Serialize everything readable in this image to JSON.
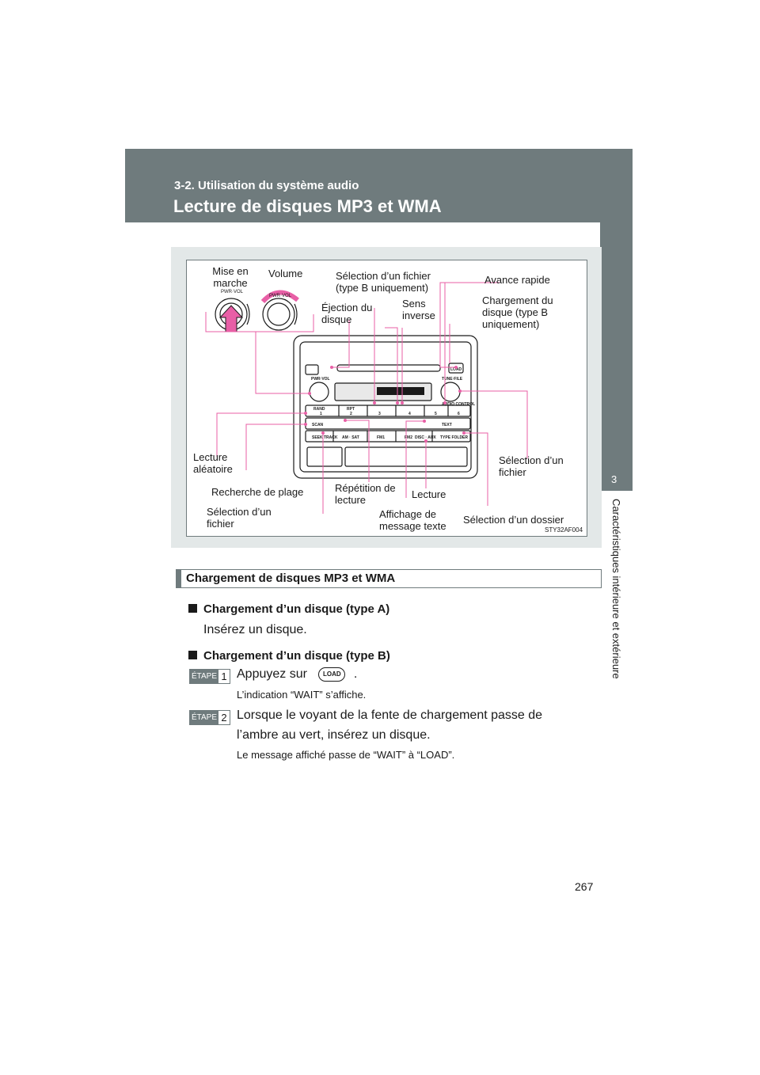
{
  "header": {
    "section": "3-2. Utilisation du système audio",
    "title": "Lecture de disques MP3 et WMA"
  },
  "side_tab": {
    "chapter_number": "3",
    "label": "Caractéristiques intérieure et extérieure"
  },
  "figure": {
    "code": "STY32AF004",
    "labels": {
      "mise_en_marche": "Mise en marche",
      "volume": "Volume",
      "ejection": "Éjection du disque",
      "selection_fichier_b": "Sélection d’un fichier (type B uniquement)",
      "sens_inverse": "Sens inverse",
      "avance_rapide": "Avance rapide",
      "chargement_disque": "Chargement du disque (type B uniquement)",
      "lecture_aleatoire": "Lecture aléatoire",
      "recherche_plage": "Recherche de plage",
      "selection_fichier_left": "Sélection d’un fichier",
      "repetition": "Répétition de lecture",
      "lecture": "Lecture",
      "affichage": "Affichage de message texte",
      "selection_dossier": "Sélection d’un dossier",
      "selection_fichier_right": "Sélection d’un fichier"
    },
    "device_text": {
      "pwr_vol": "PWR·VOL",
      "load": "LOAD",
      "tune_file": "TUNE·FILE",
      "audio_control": "AUDIO CONTROL",
      "rand": "RAND",
      "rpt": "RPT",
      "scan": "SCAN",
      "text": "TEXT",
      "seek_track": "SEEK TRACK",
      "am_sat": "AM · SAT",
      "fm1": "FM1",
      "fm2": "FM2",
      "disc_aux": "DISC · AUX",
      "type_folder": "TYPE FOLDER",
      "n1": "1",
      "n2": "2",
      "n3": "3",
      "n4": "4",
      "n5": "5",
      "n6": "6"
    }
  },
  "section": {
    "title": "Chargement de disques MP3 et WMA",
    "sub_a": "Chargement d’un disque (type A)",
    "sub_a_text": "Insérez un disque.",
    "sub_b": "Chargement d’un disque (type B)",
    "step_word": "ÉTAPE",
    "step1_num": "1",
    "step1_text": "Appuyez sur",
    "step1_button": "LOAD",
    "step1_period": ".",
    "step1_note": "L’indication “WAIT” s’affiche.",
    "step2_num": "2",
    "step2_text_line1": "Lorsque le voyant de la fente de chargement passe de",
    "step2_text_line2": "l’ambre au vert, insérez un disque.",
    "step2_note": "Le message affiché passe de “WAIT” à “LOAD”."
  },
  "page_number": "267"
}
